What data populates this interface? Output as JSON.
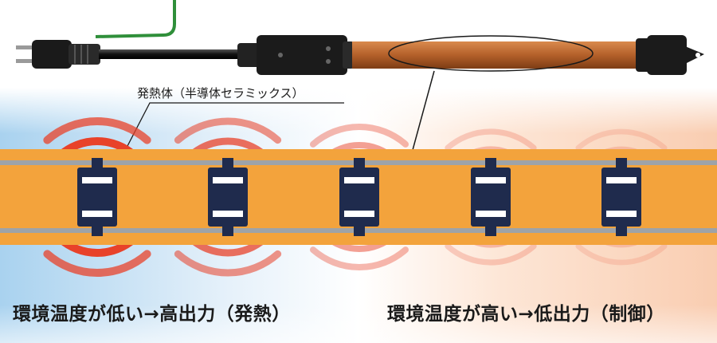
{
  "callout_label": "発熱体（半導体セラミックス）",
  "captions": {
    "left": "環境温度が低い→高出力（発熱）",
    "right": "環境温度が高い→低出力（制御）"
  },
  "colors": {
    "cold_gradient": "#bcdcf2",
    "warm_gradient": "#fbd5bd",
    "strip_fill": "#f3a33c",
    "strip_rail": "#9ea3a8",
    "element_navy": "#1f2b4d",
    "heat_wave": "#e8422a",
    "heater_body": "#b4602a",
    "green_wire": "#2f8f3a"
  },
  "heat_output_levels": [
    1.0,
    0.75,
    0.5,
    0.3,
    0.2
  ]
}
